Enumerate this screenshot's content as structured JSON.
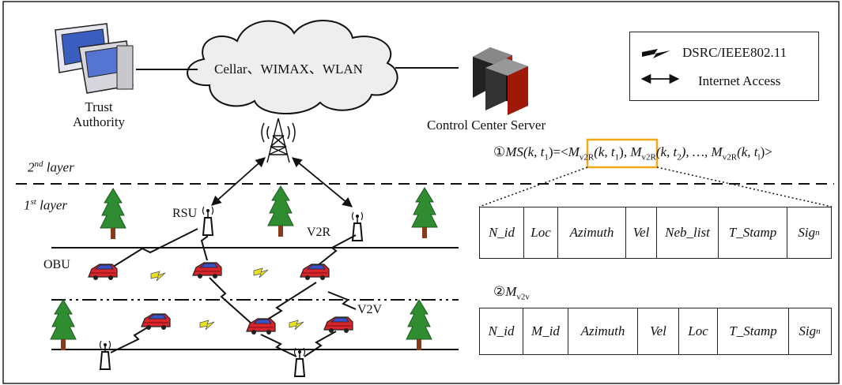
{
  "cloud_label": "Cellar、WIMAX、WLAN",
  "trust_authority": [
    "Trust",
    "Authority"
  ],
  "server_label": "Control Center Server",
  "legend": {
    "dsrc": "DSRC/IEEE802.11",
    "internet": "Internet Access"
  },
  "layers": {
    "second": "2",
    "second_sup": "nd",
    "second_rest": " layer",
    "first": "1",
    "first_sup": "st",
    "first_rest": " layer"
  },
  "node_labels": {
    "rsu": "RSU",
    "obu": "OBU",
    "v2r": "V2R",
    "v2v": "V2V"
  },
  "ms_formula": {
    "num": "①",
    "ms": "MS(k, t",
    "ms_sub": "1",
    "ms_close": ")=<",
    "m1": "M",
    "m1_sub": "v2R",
    "m1_args": "(k, t",
    "m1_t": "1",
    "m1_close": ")",
    "m2": ", M",
    "m2_sub": "v2R",
    "m2_args": "(k, t",
    "m2_t": "2",
    "m2_close": "), …, M",
    "m3_sub": "v2R",
    "m3_args": "(k, t",
    "m3_t": "l",
    "m3_close": ")>"
  },
  "mv2v_formula": {
    "num": "②",
    "m": "M",
    "sub": "v2v"
  },
  "table1": [
    "N_id",
    "Loc",
    "Azimuth",
    "Vel",
    "Neb_list",
    "T_Stamp",
    "Sig"
  ],
  "table1_sig_sup": "n",
  "table2": [
    "N_id",
    "M_id",
    "Azimuth",
    "Vel",
    "Loc",
    "T_Stamp",
    "Sig"
  ],
  "table2_sig_sup": "n",
  "colors": {
    "highlight": "#f2a818",
    "car": "#d8262c",
    "car_window": "#3a52c8",
    "tree": "#2f8c30",
    "trunk": "#8a3a1a",
    "bolt": "#e8e020",
    "cloud_fill": "#eeeeee"
  }
}
